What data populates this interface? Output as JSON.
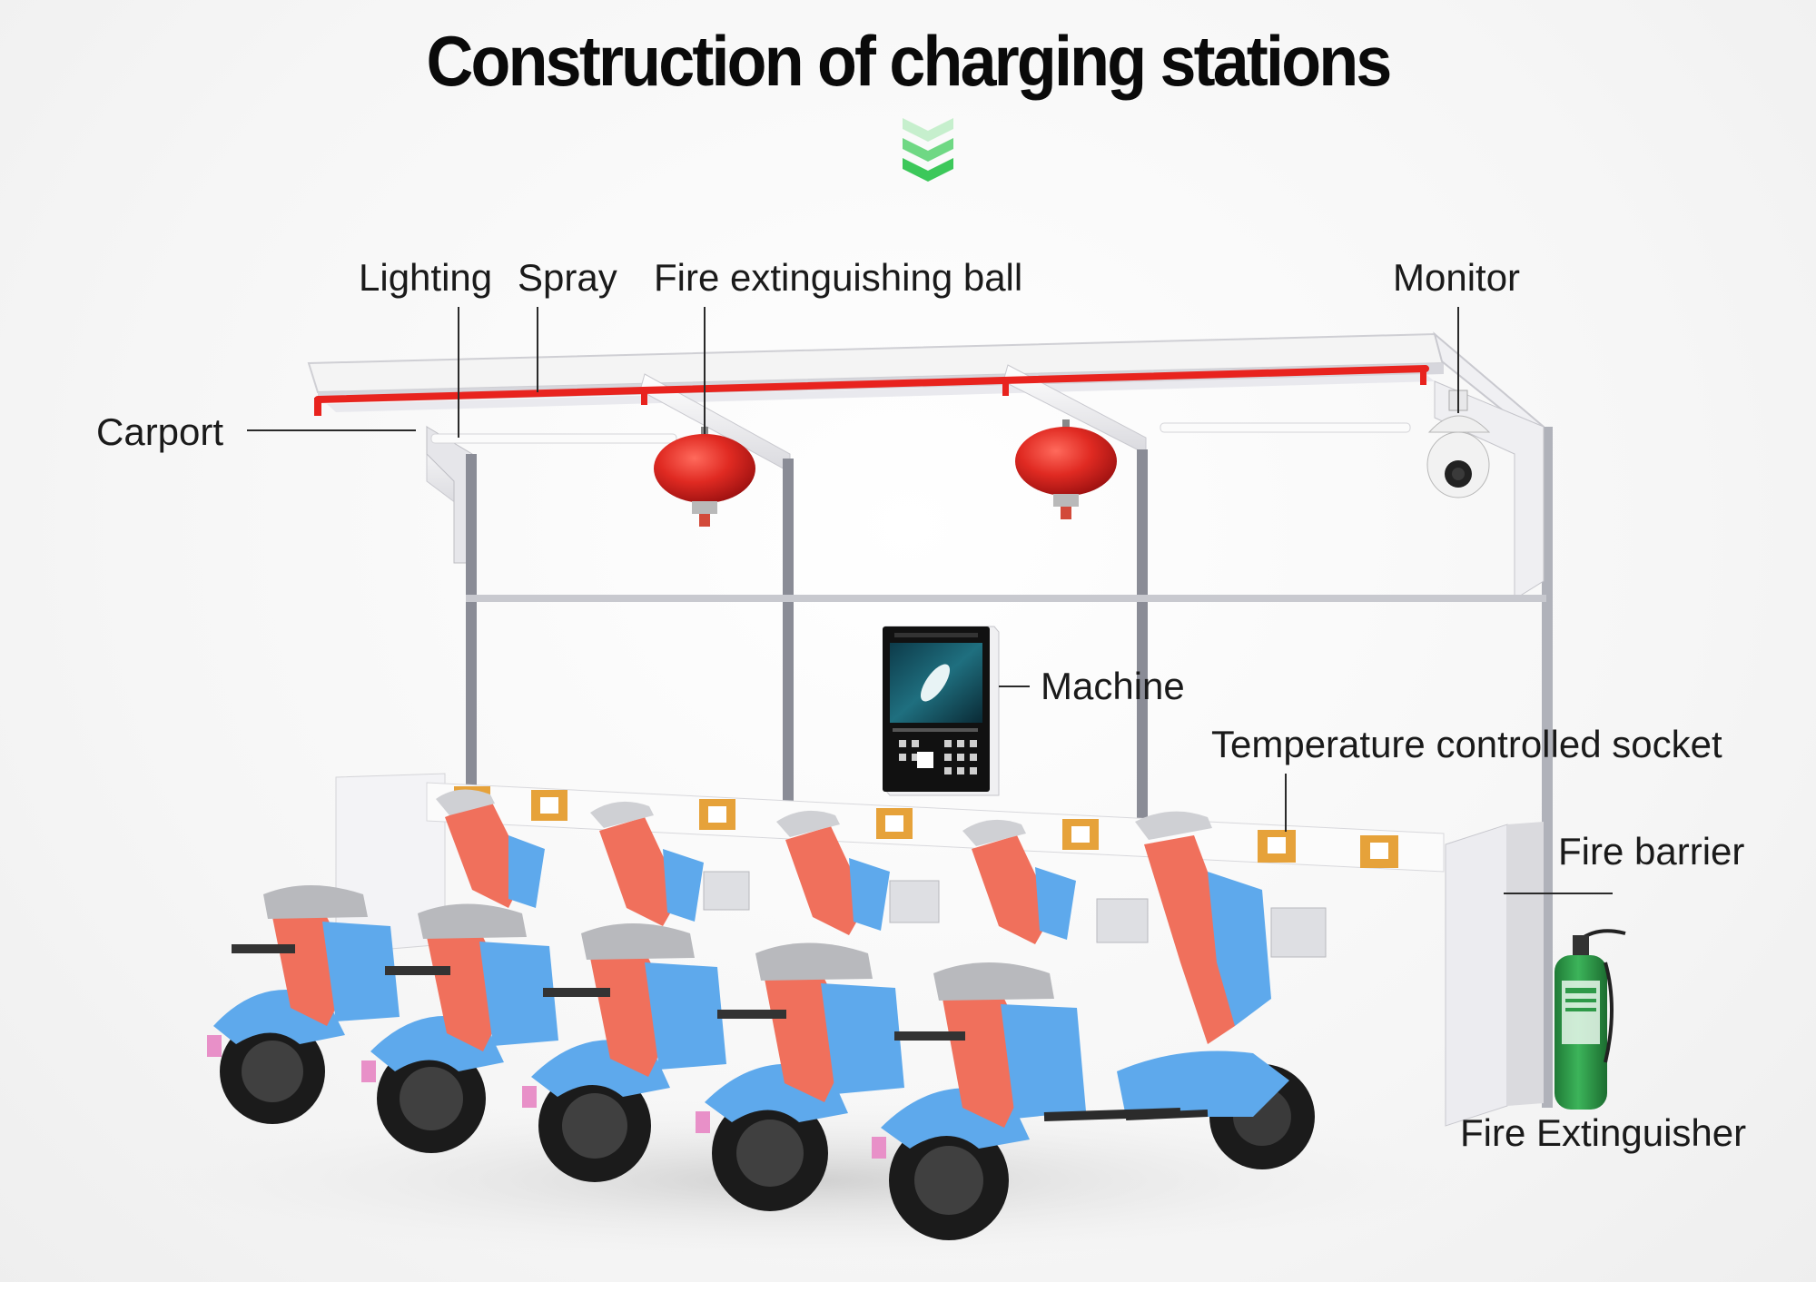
{
  "title": "Construction of charging stations",
  "labels": {
    "lighting": "Lighting",
    "spray": "Spray",
    "fire_ball": "Fire extinguishing ball",
    "monitor": "Monitor",
    "carport": "Carport",
    "machine": "Machine",
    "socket": "Temperature controlled socket",
    "fire_barrier": "Fire barrier",
    "fire_extinguisher": "Fire Extinguisher"
  },
  "colors": {
    "accent_green": "#3cc85a",
    "spray_pipe": "#e8231e",
    "fire_ball": "#e02a22",
    "scooter_blue": "#5ea9ec",
    "scooter_coral": "#f0705c",
    "extinguisher_green": "#2e9a48",
    "socket_orange": "#e6a23a"
  }
}
